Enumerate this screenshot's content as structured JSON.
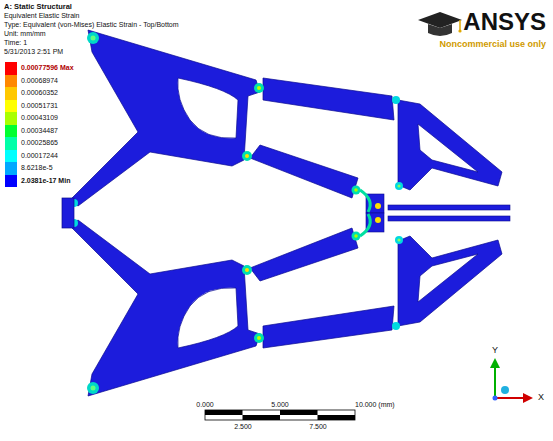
{
  "diagram": {
    "labels": [
      "A: Static Structural",
      "Equivalent Elastic Strain",
      "Type: Equivalent (von-Mises) Elastic Strain - Top/Bottom",
      "Unit: mm/mm",
      "Time: 1",
      "5/31/2013 2:51 PM",
      "ANSYS",
      "Noncommercial use only",
      "0.000",
      "5.000",
      "10.000 (mm)",
      "2.500",
      "7.500",
      "Y",
      "X"
    ],
    "legend": [
      {
        "text": "0.00077596 Max",
        "color": "#ff0000"
      },
      {
        "text": "0.00068974",
        "color": "#ff8800"
      },
      {
        "text": "0.00060352",
        "color": "#ffc800"
      },
      {
        "text": "0.00051731",
        "color": "#ffff00"
      },
      {
        "text": "0.00043109",
        "color": "#aaff00"
      },
      {
        "text": "0.00034487",
        "color": "#00ff30"
      },
      {
        "text": "0.00025865",
        "color": "#00ffa8"
      },
      {
        "text": "0.00017244",
        "color": "#00ffff"
      },
      {
        "text": "8.6218e-5",
        "color": "#00a8ff"
      },
      {
        "text": "2.0381e-17 Min",
        "color": "#0000ff"
      }
    ]
  }
}
